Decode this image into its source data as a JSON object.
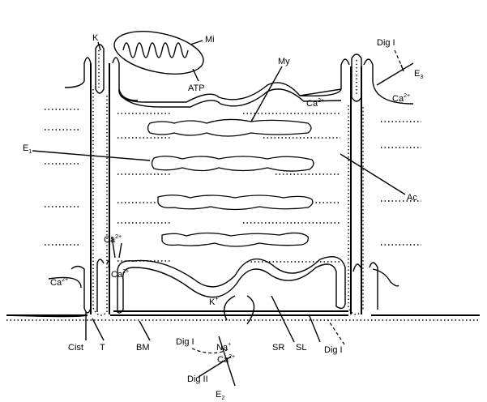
{
  "labels": {
    "K": "K",
    "Mi": "Mi",
    "My": "My",
    "DigI_top": "Dig I",
    "E3": "E",
    "E3_sub": "3",
    "Ca_top_mid": "Ca",
    "Ca_top_right": "Ca",
    "ATP": "ATP",
    "E1": "E",
    "E1_sub": "1",
    "Ac": "Ac",
    "Ca_left_up": "Ca",
    "Ca_left_out": "Ca",
    "Ca_sr": "Ca",
    "K_plus": "K",
    "Na_plus": "Na",
    "Ca_bottom": "Ca",
    "Cist": "Cist",
    "T": "T",
    "BM": "BM",
    "DigI_bottom": "Dig I",
    "DigII": "Dig II",
    "E2": "E",
    "E2_sub": "2",
    "SR": "SR",
    "SL": "SL",
    "DigI_right": "Dig I",
    "charge_2plus": "2+",
    "charge_plus": "+"
  }
}
